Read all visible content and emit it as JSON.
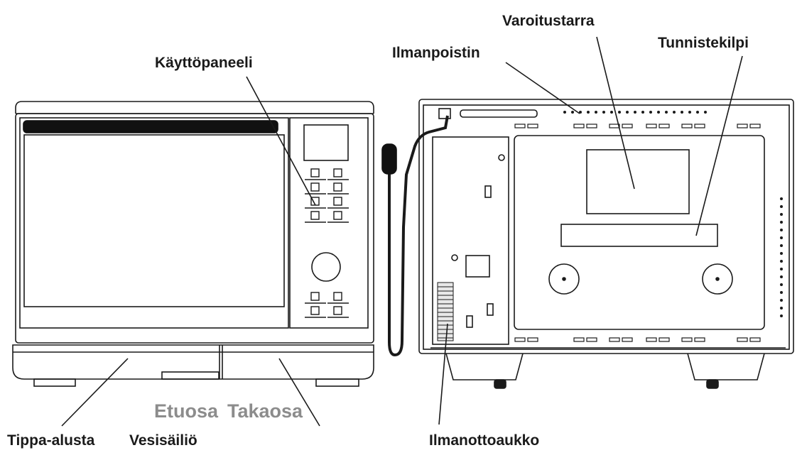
{
  "labels": {
    "control_panel": "Käyttöpaneeli",
    "exhaust_vent": "Ilmanpoistin",
    "warning_label": "Varoitustarra",
    "rating_plate": "Tunnistekilpi",
    "drip_tray": "Tippa-alusta",
    "water_tank": "Vesisäiliö",
    "air_intake": "Ilmanottoaukko"
  },
  "captions": {
    "front": "Etuosa",
    "back": "Takaosa"
  },
  "colors": {
    "line": "#1a1a1a",
    "caption": "#8c8c8c",
    "background": "#ffffff"
  }
}
